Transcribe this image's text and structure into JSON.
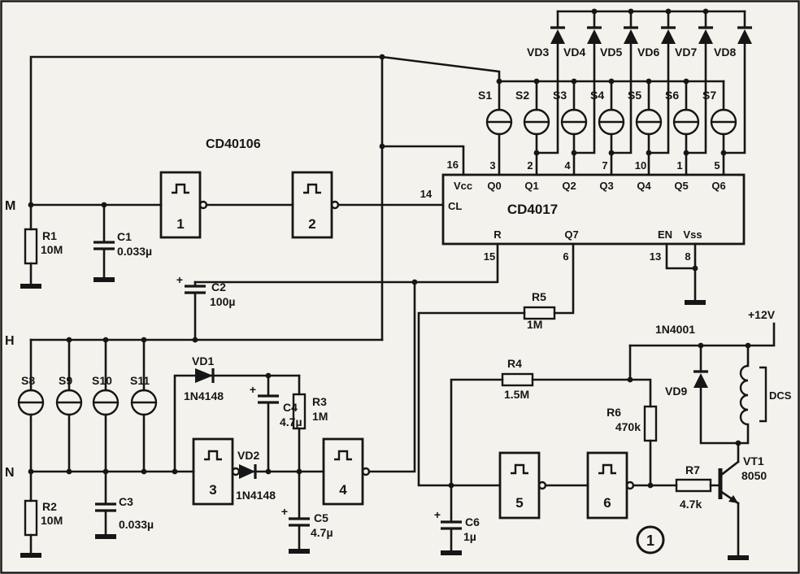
{
  "colors": {
    "ink": "#161616",
    "paper": "#f4f2ec"
  },
  "schematic": {
    "gate_ic": "CD40106",
    "counter_ic": "CD4017",
    "figure_number": "1"
  },
  "nodes": {
    "m": "M",
    "h": "H",
    "n": "N",
    "supply": "+12V"
  },
  "gates": [
    "1",
    "2",
    "3",
    "4",
    "5",
    "6"
  ],
  "counter_pins": {
    "vcc_num": "16",
    "vcc": "Vcc",
    "q0_num": "3",
    "q0": "Q0",
    "q1_num": "2",
    "q1": "Q1",
    "q2_num": "4",
    "q2": "Q2",
    "q3_num": "7",
    "q3": "Q3",
    "q4_num": "10",
    "q4": "Q4",
    "q5_num": "1",
    "q5": "Q5",
    "q6_num": "5",
    "q6": "Q6",
    "cl_num": "14",
    "cl": "CL",
    "r_num": "15",
    "r": "R",
    "q7_num": "6",
    "q7": "Q7",
    "en_num": "13",
    "en": "EN",
    "vss_num": "8",
    "vss": "Vss"
  },
  "switches": [
    "S1",
    "S2",
    "S3",
    "S4",
    "S5",
    "S6",
    "S7",
    "S8",
    "S9",
    "S10",
    "S11"
  ],
  "diodes": {
    "vd1": "VD1",
    "vd1_type": "1N4148",
    "vd2": "VD2",
    "vd2_type": "1N4148",
    "vd3": "VD3",
    "vd4": "VD4",
    "vd5": "VD5",
    "vd6": "VD6",
    "vd7": "VD7",
    "vd8": "VD8",
    "vd9": "VD9",
    "vd9_type": "1N4001"
  },
  "resistors": {
    "r1": "R1",
    "r1_value": "10M",
    "r2": "R2",
    "r2_value": "10M",
    "r3": "R3",
    "r3_value": "1M",
    "r4": "R4",
    "r4_value": "1.5M",
    "r5": "R5",
    "r5_value": "1M",
    "r6": "R6",
    "r6_value": "470k",
    "r7": "R7",
    "r7_value": "4.7k"
  },
  "capacitors": {
    "c1": "C1",
    "c1_value": "0.033µ",
    "c2": "C2",
    "c2_value": "100µ",
    "c3": "C3",
    "c3_value": "0.033µ",
    "c4": "C4",
    "c4_value": "4.7µ",
    "c5": "C5",
    "c5_value": "4.7µ",
    "c6": "C6",
    "c6_value": "1µ",
    "polarity_mark": "+"
  },
  "transistor": {
    "ref": "VT1",
    "type": "8050"
  },
  "relay": {
    "ref": "DCS"
  }
}
